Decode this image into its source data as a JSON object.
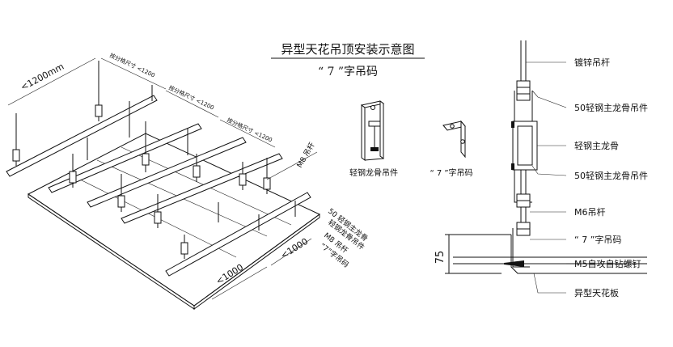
{
  "title": "异型天花吊顶安装示意图",
  "subtitle": "“ 7 ”字吊码",
  "left_view": {
    "dim_1200": "<1200mm",
    "note_1": "按分格尺寸 <1200",
    "note_2": "按分格尺寸 <1200",
    "note_3": "按分格尺寸 <1200",
    "label_m8": "M8 吊杆",
    "label_50_main": "50 轻钢主龙骨",
    "label_keel_hanger": "轻钢龙骨吊件",
    "label_m8_2": "M8 吊杆",
    "label_7_code": "“7”字吊码",
    "dim_1000_a": "<1000",
    "dim_1000_b": "<1000"
  },
  "middle_view": {
    "part_a_label": "轻钢龙骨吊件",
    "part_b_label": "“ 7 ”字吊码"
  },
  "right_view": {
    "label_galv_rod": "镀锌吊杆",
    "label_50_hanger_1": "50轻钢主龙骨吊件",
    "label_main_keel": "轻钢主龙骨",
    "label_50_hanger_2": "50轻钢主龙骨吊件",
    "label_m6": "M6吊杆",
    "label_7_code": "“ 7 ”字吊码",
    "label_screw": "M5自攻自钻螺钉",
    "label_panel": "异型天花板",
    "dim_75": "75"
  }
}
